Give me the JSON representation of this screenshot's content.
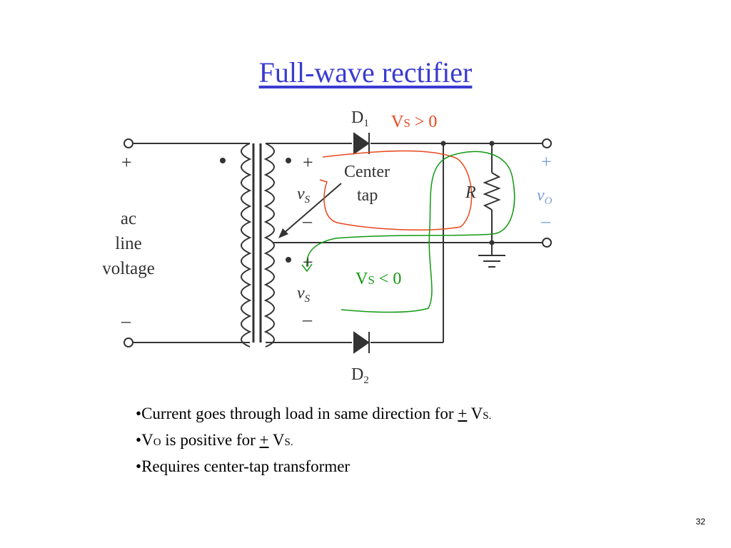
{
  "slide": {
    "title": "Full-wave rectifier",
    "page_number": "32"
  },
  "circuit": {
    "d1": {
      "base": "D",
      "sub": "1"
    },
    "d2": {
      "base": "D",
      "sub": "2"
    },
    "vs_pos_label": {
      "main": "V",
      "sub": "S",
      "rest": " > 0"
    },
    "vs_neg_label": {
      "main": "V",
      "sub": "S",
      "rest": " < 0"
    },
    "center_tap": [
      "Center",
      "tap"
    ],
    "resistor": "R",
    "vo": {
      "base": "v",
      "sub": "O"
    },
    "vs": {
      "base": "v",
      "sub": "S"
    },
    "ac_line_voltage": [
      "ac",
      "line",
      "voltage"
    ],
    "plus": "+",
    "minus": "–"
  },
  "bullets": [
    {
      "bullet": "•",
      "text": "Current goes through load in same direction for ",
      "pm": "+",
      "v": " V",
      "sub": "S",
      "end": "."
    },
    {
      "bullet": "•",
      "v": "V",
      "sub": "O",
      "text": " is positive for ",
      "pm": "+",
      "v2": " V",
      "sub2": "S",
      "end": "."
    },
    {
      "bullet": "•",
      "text": "Requires center-tap transformer"
    }
  ],
  "colors": {
    "title": "#3b3bd0",
    "positive_loop": "#e8461b",
    "negative_loop": "#119911",
    "output_label": "#7e9fd8",
    "circuit": "#333333"
  }
}
